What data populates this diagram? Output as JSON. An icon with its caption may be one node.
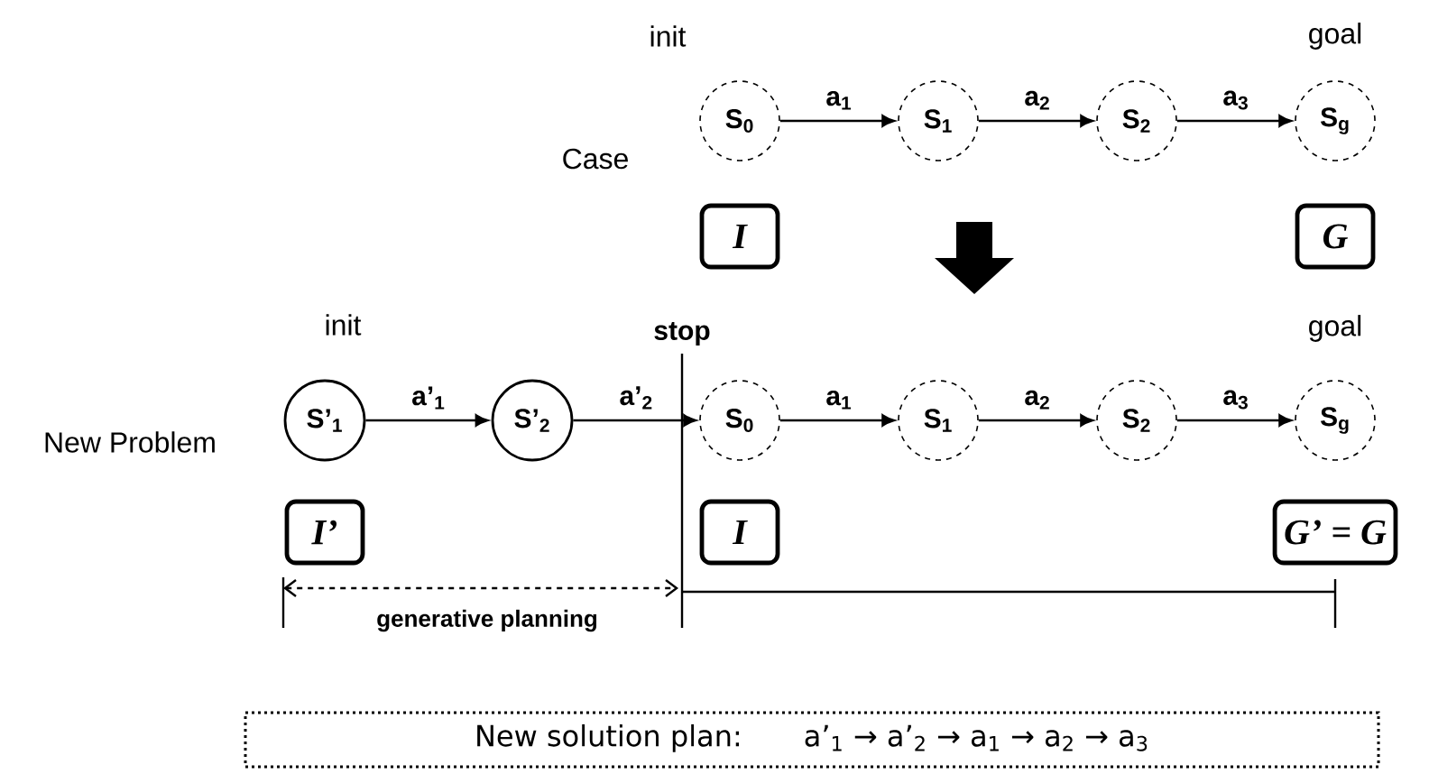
{
  "diagram": {
    "nodes": [
      {
        "text": [
          "S$_{0}$"
        ]
      },
      {
        "text": [
          "S$_{1}$"
        ]
      },
      {
        "text": [
          "S$_{2}$"
        ]
      },
      {
        "text": [
          "S$_{g}$"
        ]
      },
      {
        "text": [
          "I"
        ]
      },
      {
        "text": [
          "G"
        ]
      },
      {
        "text": [
          "S’$_{1}$"
        ]
      },
      {
        "text": [
          "S’$_{2}$"
        ]
      },
      {
        "text": [
          "S$_{0}$"
        ]
      },
      {
        "text": [
          "S$_{1}$"
        ]
      },
      {
        "text": [
          "S$_{2}$"
        ]
      },
      {
        "text": [
          "S$_{g}$"
        ]
      },
      {
        "text": [
          "I’"
        ]
      },
      {
        "text": [
          "I"
        ]
      },
      {
        "text": [
          "G’ = G"
        ]
      },
      {
        "text": [
          "New solution plan:",
          "a’$_{1}$ → a’$_{2}$ → a$_{1}$ → a$_{2}$ → a$_{3}$"
        ]
      }
    ],
    "edges": [
      {
        "from": 0,
        "to": 1,
        "arrow": "to",
        "label": "a$_{1}$"
      },
      {
        "from": 1,
        "to": 2,
        "arrow": "to",
        "label": "a$_{2}$"
      },
      {
        "from": 2,
        "to": 3,
        "arrow": "to",
        "label": "a$_{3}$"
      },
      {
        "from": 6,
        "to": 7,
        "arrow": "to",
        "label": "a’$_{1}$"
      },
      {
        "from": 7,
        "to": 8,
        "arrow": "to",
        "label": "a’$_{2}$"
      },
      {
        "from": 8,
        "to": 9,
        "arrow": "to",
        "label": "a$_{1}$"
      },
      {
        "from": 9,
        "to": 10,
        "arrow": "to",
        "label": "a$_{2}$"
      },
      {
        "from": 10,
        "to": 11,
        "arrow": "to",
        "label": "a$_{3}$"
      }
    ],
    "labels": [
      "init",
      "goal",
      "Case",
      "init",
      "stop",
      "goal",
      "New Problem",
      "generative planning"
    ]
  }
}
